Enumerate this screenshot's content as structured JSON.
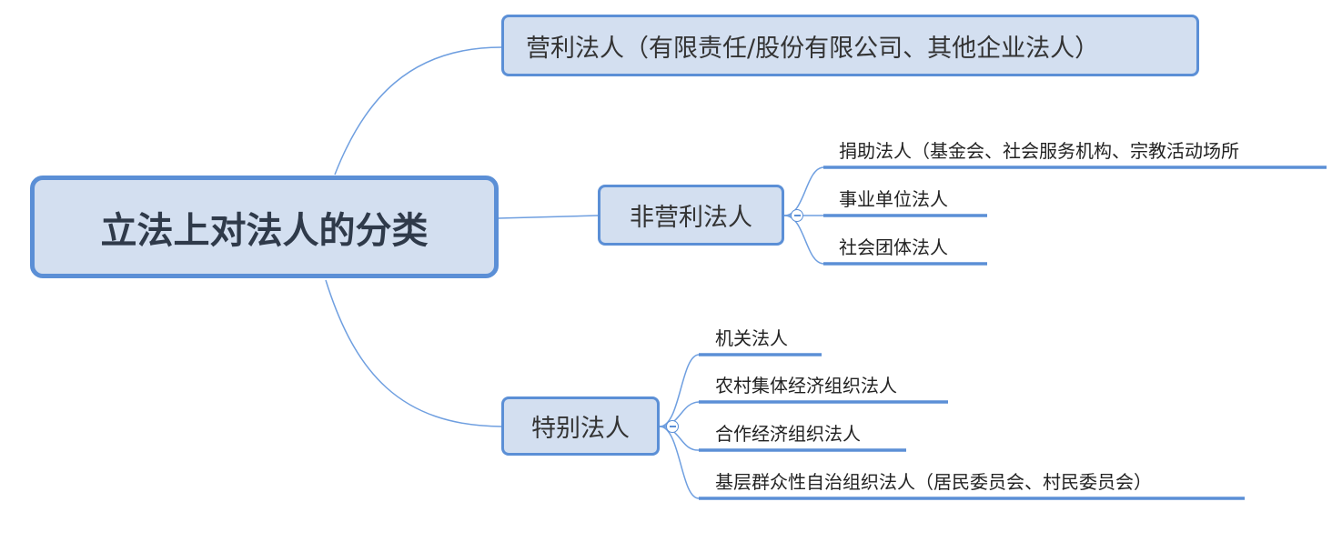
{
  "root": {
    "label": "立法上对法人的分类"
  },
  "branches": [
    {
      "label": "营利法人（有限责任/股份有限公司、其他企业法人）",
      "children": []
    },
    {
      "label": "非营利法人",
      "children": [
        {
          "label": "捐助法人（基金会、社会服务机构、宗教活动场所"
        },
        {
          "label": "事业单位法人"
        },
        {
          "label": "社会团体法人"
        }
      ]
    },
    {
      "label": "特别法人",
      "children": [
        {
          "label": "机关法人"
        },
        {
          "label": "农村集体经济组织法人"
        },
        {
          "label": "合作经济组织法人"
        },
        {
          "label": "基层群众性自治组织法人（居民委员会、村民委员会）"
        }
      ]
    }
  ],
  "colors": {
    "node_fill": "#d3dff0",
    "node_border": "#5b8fd6",
    "connector": "#6f9fe0",
    "text": "#333333"
  },
  "icons": {
    "collapse": "collapse-minus-icon"
  }
}
